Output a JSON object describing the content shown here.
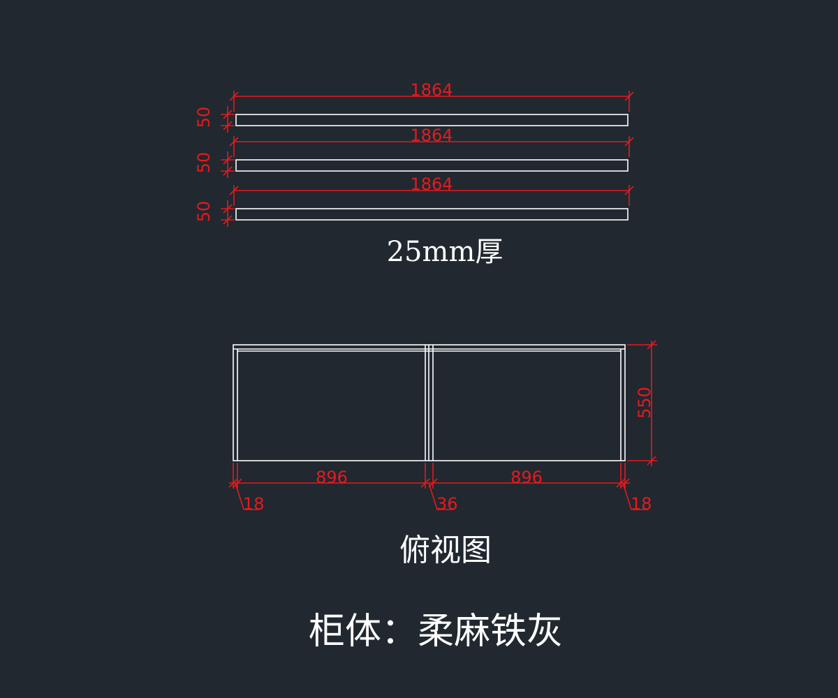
{
  "colors": {
    "background": "#212830",
    "geometry": "#ffffff",
    "dimension": "#e8191c"
  },
  "strips": [
    {
      "length_label": "1864",
      "width_label": "50"
    },
    {
      "length_label": "1864",
      "width_label": "50"
    },
    {
      "length_label": "1864",
      "width_label": "50"
    }
  ],
  "strip_caption": "25mm厚",
  "top_view": {
    "bay_left_label": "896",
    "bay_right_label": "896",
    "depth_label": "550",
    "side_left_label": "18",
    "divider_label": "36",
    "side_right_label": "18"
  },
  "top_view_caption": "俯视图",
  "material_note": "柜体：柔麻铁灰"
}
